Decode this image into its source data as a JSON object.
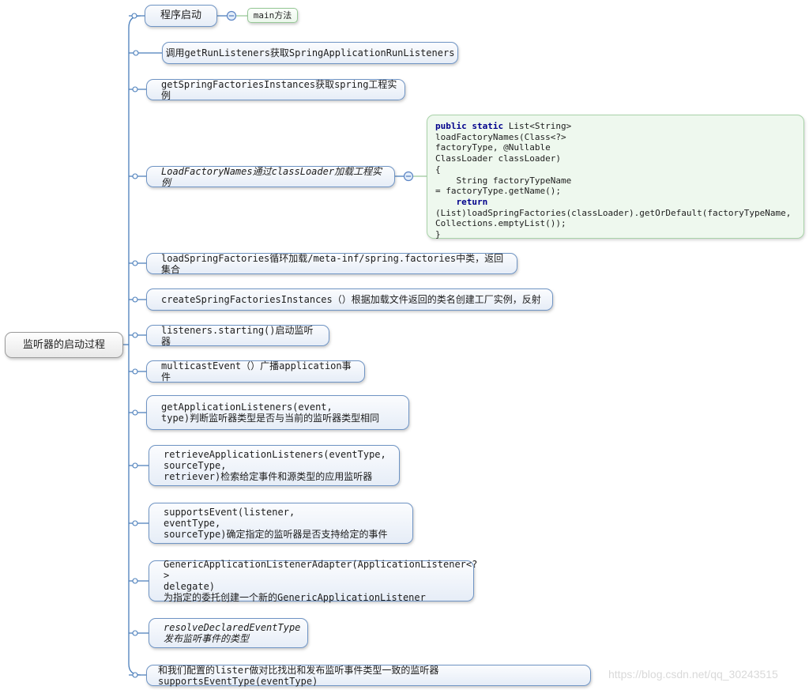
{
  "root": {
    "label": "监听器的启动过程"
  },
  "nodes": {
    "start": "程序启动",
    "main_method": "main方法",
    "get_run_listeners": "调用getRunListeners获取SpringApplicationRunListeners",
    "get_spring_factories_instances": "getSpringFactoriesInstances获取spring工程实例",
    "load_factory_names": "LoadFactoryNames通过classLoader加载工程实例",
    "load_spring_factories": "loadSpringFactories循环加载/meta-inf/spring.factories中类，返回集合",
    "create_spring_factories_instances": "createSpringFactoriesInstances（）根据加载文件返回的类名创建工厂实例，反射",
    "listeners_starting": "listeners.starting()启动监听器",
    "multicast_event": "multicastEvent（）广播application事件",
    "get_application_listeners": "getApplicationListeners(event,\ntype)判断监听器类型是否与当前的监听器类型相同",
    "retrieve_application_listeners": "retrieveApplicationListeners(eventType,\nsourceType,\nretriever)检索给定事件和源类型的应用监听器",
    "supports_event": "supportsEvent(listener,\neventType,\nsourceType)确定指定的监听器是否支持给定的事件",
    "generic_adapter": "GenericApplicationListenerAdapter(ApplicationListener<?>\ndelegate)\n为指定的委托创建一个新的GenericApplicationListener",
    "resolve_declared_event_type": "resolveDeclaredEventType\n发布监听事件的类型",
    "compare_listeners": "和我们配置的lister做对比找出和发布监听事件类型一致的监听器supportsEventType(eventType)"
  },
  "code_block": {
    "lines": [
      [
        {
          "t": "public static",
          "k": true
        },
        {
          "t": " List<String>"
        }
      ],
      [
        {
          "t": "loadFactoryNames(Class<?>"
        }
      ],
      [
        {
          "t": "factoryType, @Nullable"
        }
      ],
      [
        {
          "t": "ClassLoader classLoader)"
        }
      ],
      [
        {
          "t": "{"
        }
      ],
      [
        {
          "t": "    String factoryTypeName"
        }
      ],
      [
        {
          "t": "= factoryType.getName();"
        }
      ],
      [
        {
          "t": "    "
        },
        {
          "t": "return",
          "k": true
        }
      ],
      [
        {
          "t": "(List)loadSpringFactories(classLoader).getOrDefault(factoryTypeName,"
        }
      ],
      [
        {
          "t": "Collections.emptyList());"
        }
      ],
      [
        {
          "t": "}"
        }
      ]
    ]
  },
  "watermark": "https://blog.csdn.net/qq_30243515",
  "colors": {
    "branch_line": "#4a7ebb",
    "node_border": "#6f94c4",
    "node_fill": "#e6edf7",
    "green_border": "#95c795",
    "green_fill": "#ecf7ec",
    "code_bg": "#eef8ee",
    "code_border": "#a9d3a9",
    "keyword": "#00008b",
    "root_border": "#9a9a9a",
    "watermark": "#d9d9d9"
  }
}
